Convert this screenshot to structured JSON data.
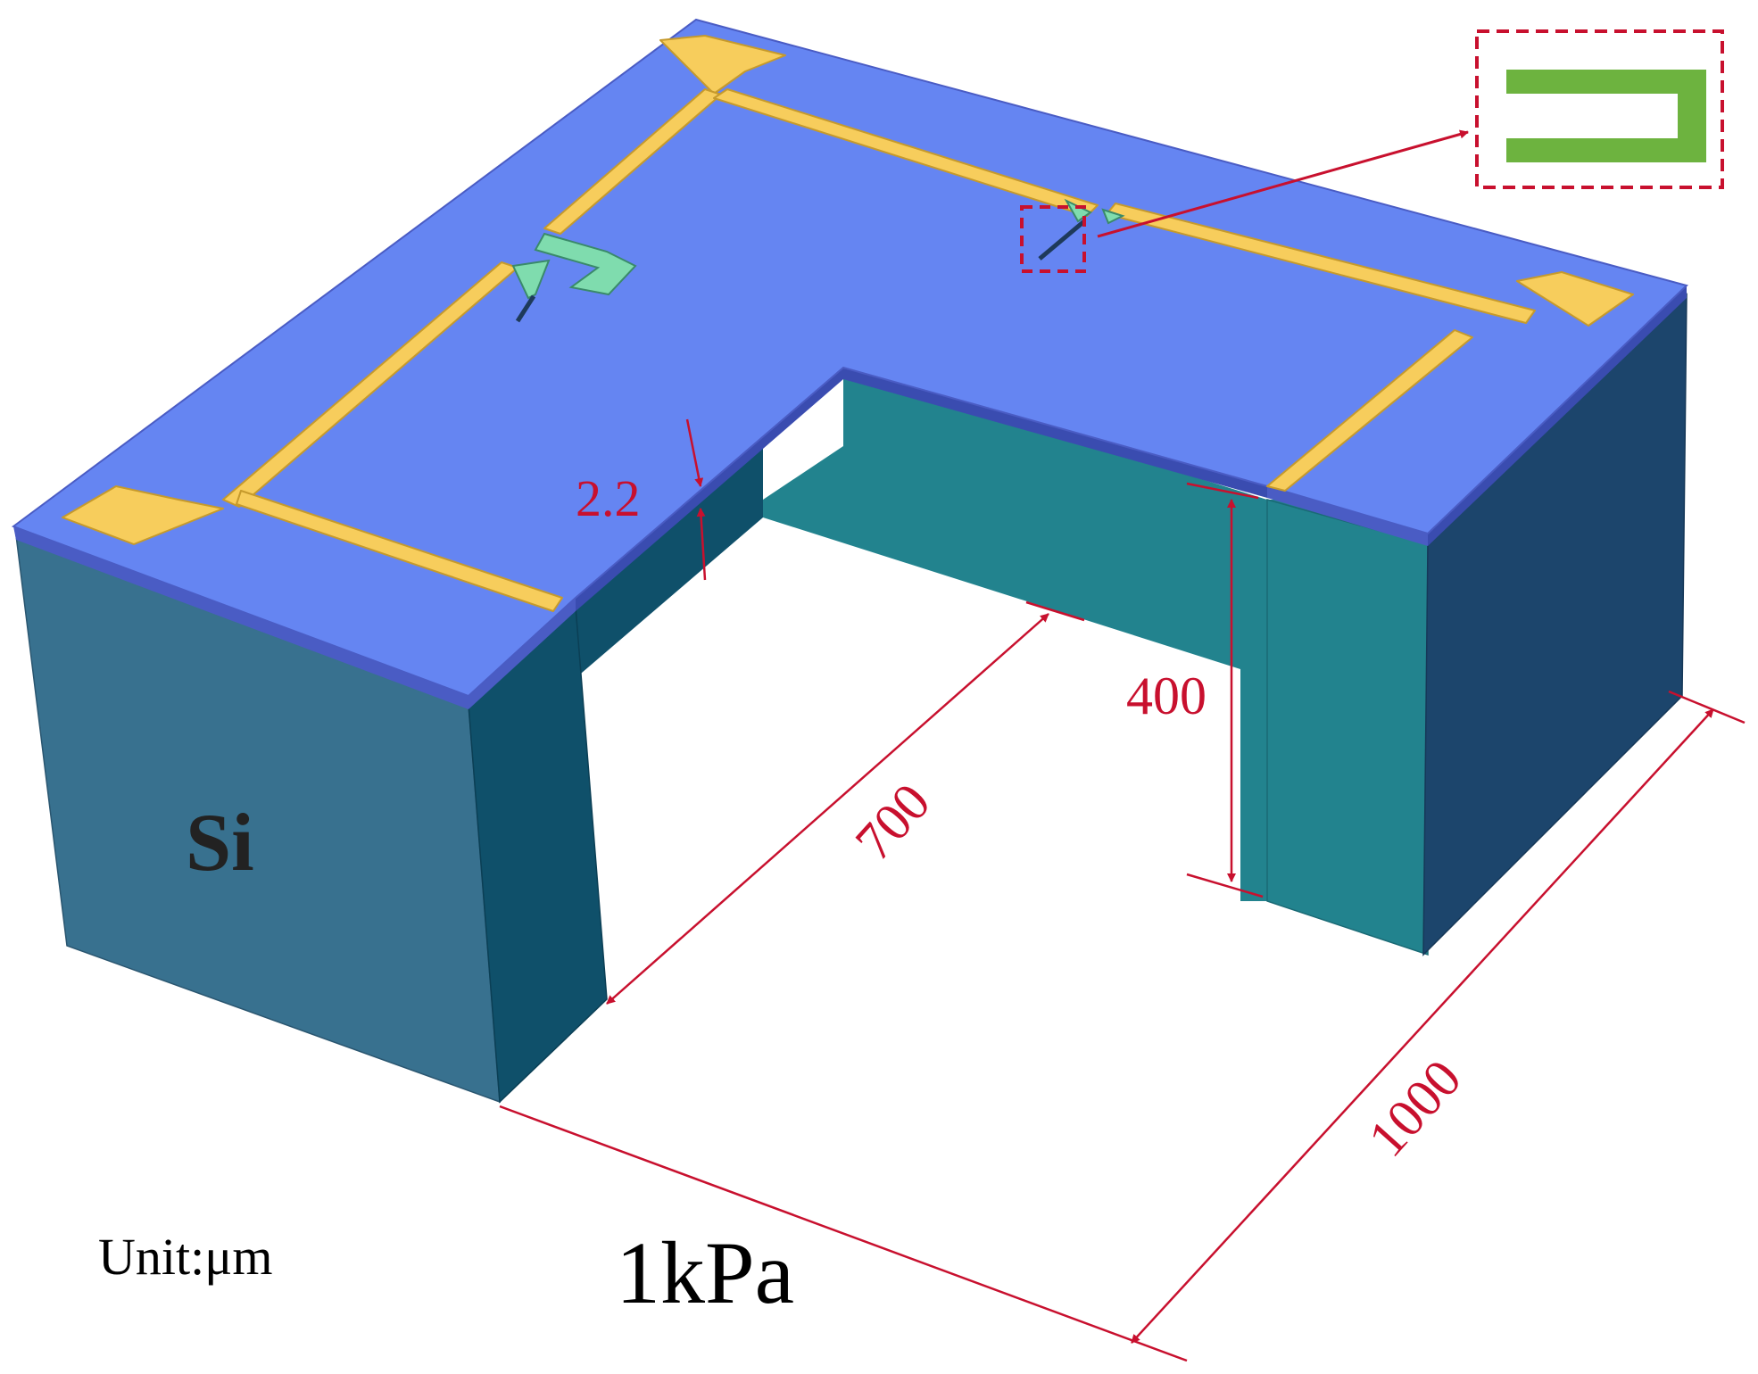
{
  "labels": {
    "material": "Si",
    "unit": "Unit:μm",
    "pressure": "1kPa"
  },
  "dimensions": {
    "membrane_thickness": "2.2",
    "cavity_depth": "400",
    "cavity_width": "700",
    "chip_side": "1000"
  },
  "colors": {
    "top_surface": "#6585f2",
    "top_edge": "#4a5cc4",
    "front_face": "#38718f",
    "pillar_face": "#0f506a",
    "cavity_back_wall": "#22838e",
    "right_face": "#1c456c",
    "electrode": "#f7cd5c",
    "resistor": "#7fdcae",
    "inset_trace": "#6db33f",
    "dimension_line": "#c8102e"
  }
}
